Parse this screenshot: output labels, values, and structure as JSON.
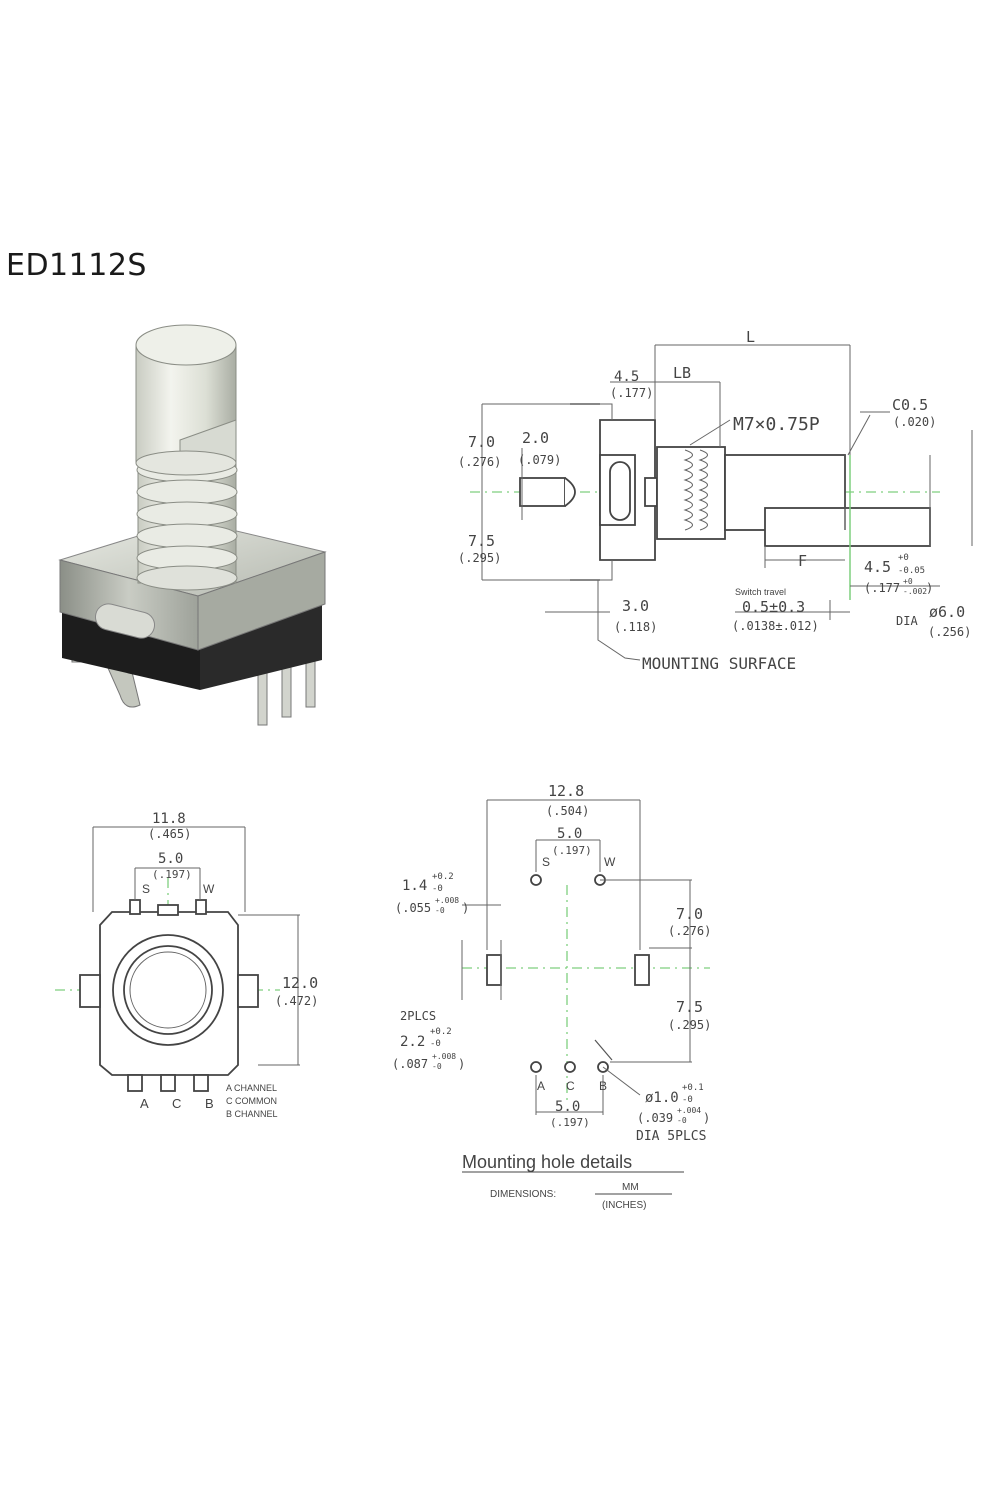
{
  "title": "ED1112S",
  "side_view": {
    "L": "L",
    "LB": "LB",
    "d45": "4.5",
    "d45_in": "(.177)",
    "d70": "7.0",
    "d70_in": "(.276)",
    "d20": "2.0",
    "d20_in": "(.079)",
    "d75": "7.5",
    "d75_in": "(.295)",
    "thread": "M7×0.75P",
    "c05": "C0.5",
    "c05_in": "(.020)",
    "F": "F",
    "tol45": "4.5",
    "tol45_sup": "+0",
    "tol45_sub": "-0.05",
    "tol45_in": "(.177",
    "tol45_in_sup": "+0",
    "tol45_in_sub": "-.002",
    "tol45_in_close": ")",
    "switch_travel": "Switch travel",
    "travel": "0.5±0.3",
    "travel_in": "(.0138±.012)",
    "d30": "3.0",
    "d30_in": "(.118)",
    "dia": "DIA",
    "dia60": "ø6.0",
    "dia60_in": "(.256)",
    "mounting_surface": "MOUNTING SURFACE"
  },
  "top_view": {
    "d118": "11.8",
    "d118_in": "(.465)",
    "d50": "5.0",
    "d50_in": "(.197)",
    "pinS": "S",
    "pinW": "W",
    "d120": "12.0",
    "d120_in": "(.472)",
    "pinA": "A",
    "pinC": "C",
    "pinB": "B",
    "legendA": "A  CHANNEL",
    "legendC": "C  COMMON",
    "legendB": "B  CHANNEL"
  },
  "holes": {
    "d128": "12.8",
    "d128_in": "(.504)",
    "d50": "5.0",
    "d50_in": "(.197)",
    "pinS": "S",
    "pinW": "W",
    "d14": "1.4",
    "d14_sup": "+0.2",
    "d14_sub": "-0",
    "d14_in": "(.055",
    "d14_in_sup": "+.008",
    "d14_in_sub": "-0",
    "d14_in_close": ")",
    "d70": "7.0",
    "d70_in": "(.276)",
    "plcs2": "2PLCS",
    "d22": "2.2",
    "d22_sup": "+0.2",
    "d22_sub": "-0",
    "d22_in": "(.087",
    "d22_in_sup": "+.008",
    "d22_in_sub": "-0",
    "d22_in_close": ")",
    "d75": "7.5",
    "d75_in": "(.295)",
    "pinA": "A",
    "pinC": "C",
    "pinB": "B",
    "d50b": "5.0",
    "d50b_in": "(.197)",
    "d10": "ø1.0",
    "d10_sup": "+0.1",
    "d10_sub": "-0",
    "d10_in": "(.039",
    "d10_in_sup": "+.004",
    "d10_in_sub": "-0",
    "d10_in_close": ")",
    "dia5": "DIA 5PLCS",
    "caption": "Mounting hole details",
    "dimensions": "DIMENSIONS:",
    "mm": "MM",
    "inches": "(INCHES)"
  }
}
